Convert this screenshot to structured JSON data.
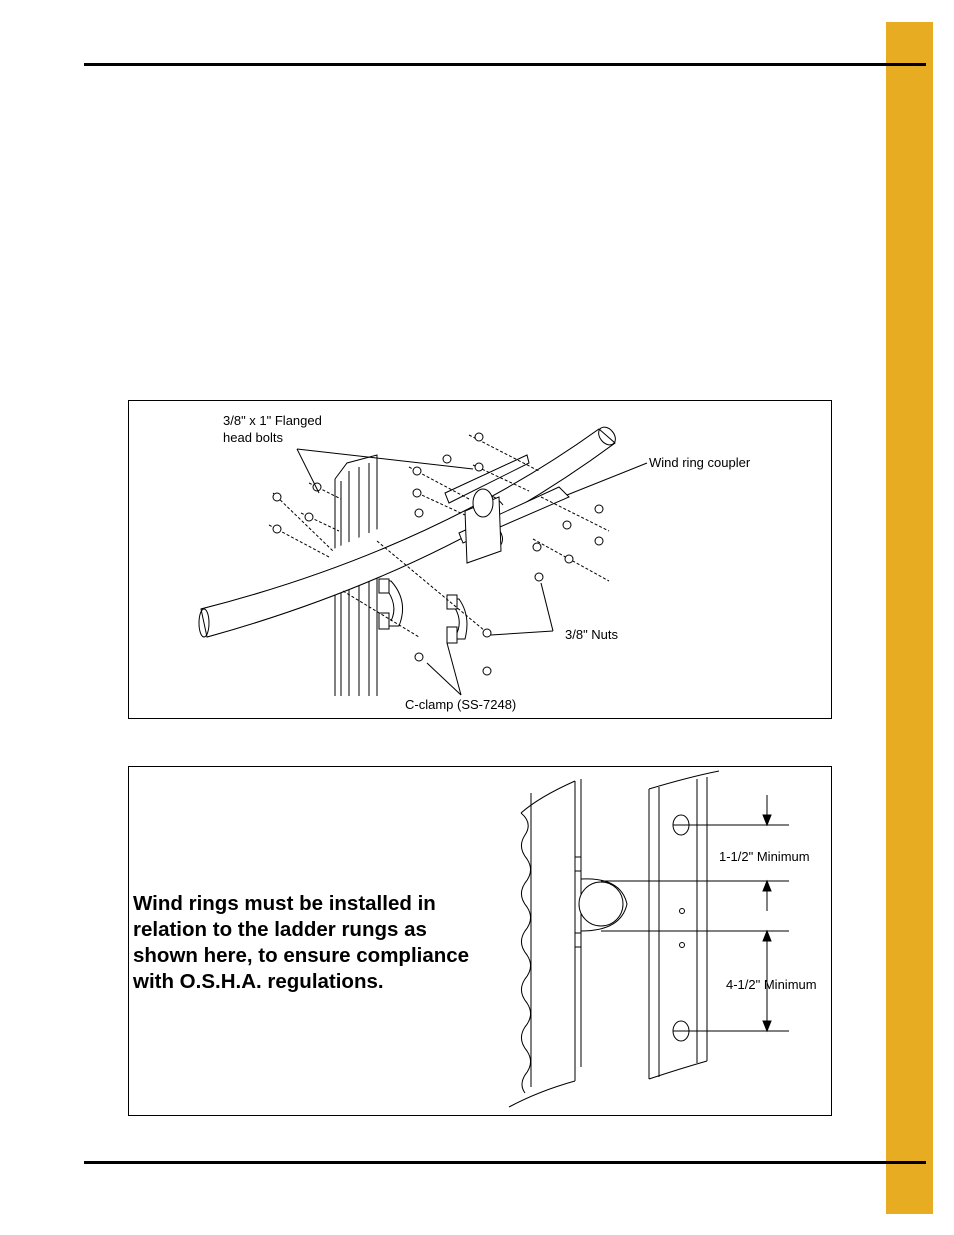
{
  "page": {
    "accent_color": "#e8ac22"
  },
  "figure1": {
    "labels": {
      "bolts_line1": "3/8\" x 1\" Flanged",
      "bolts_line2": "head bolts",
      "coupler": "Wind ring coupler",
      "nuts": "3/8\" Nuts",
      "clamp": "C-clamp (SS-7248)"
    }
  },
  "figure2": {
    "note_lines": [
      "Wind rings must be installed in",
      "relation to the ladder rungs as",
      "shown here, to ensure compliance",
      "with O.S.H.A. regulations."
    ],
    "dimension_top": "1-1/2\" Minimum",
    "dimension_bottom": "4-1/2\" Minimum"
  }
}
